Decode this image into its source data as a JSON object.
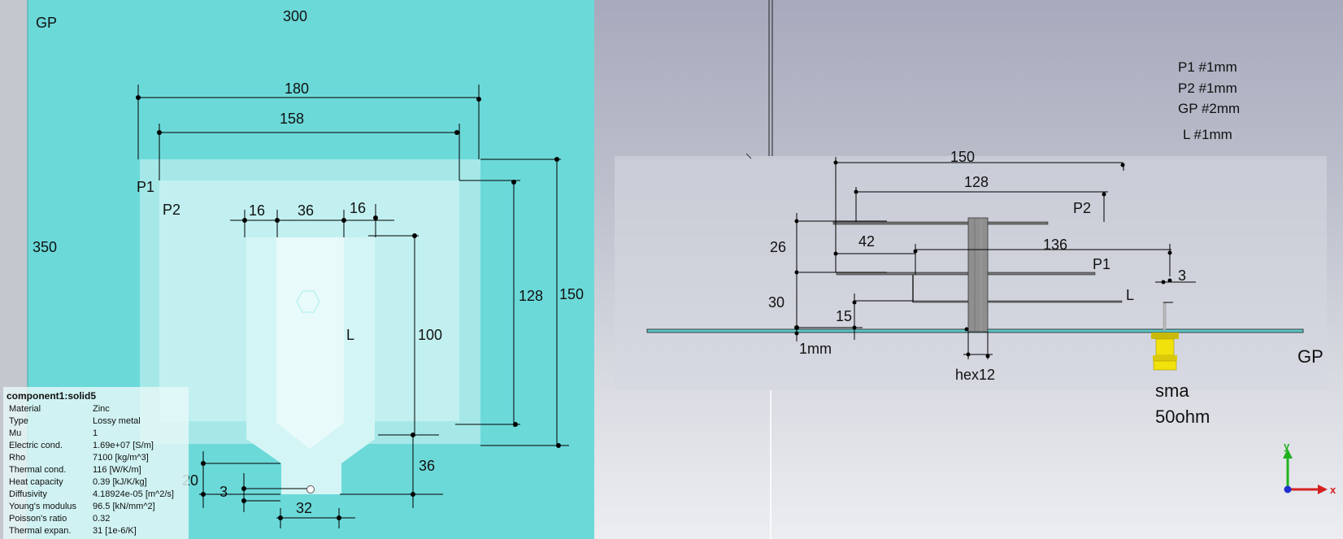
{
  "left_view": {
    "gp_label": "GP",
    "width_label": "300",
    "height_label": "350",
    "p1_label": "P1",
    "p2_label": "P2",
    "l_label": "L",
    "dims": {
      "d180": "180",
      "d158": "158",
      "d16a": "16",
      "d36": "36",
      "d16b": "16",
      "d128": "128",
      "d150": "150",
      "d100": "100",
      "d36v": "36",
      "d20": "20",
      "d3": "3",
      "d32": "32"
    }
  },
  "properties": {
    "title": "component1:solid5",
    "rows": [
      {
        "key": "Material",
        "value": "Zinc"
      },
      {
        "key": "Type",
        "value": "Lossy metal"
      },
      {
        "key": "Mu",
        "value": "1"
      },
      {
        "key": "Electric cond.",
        "value": "1.69e+07 [S/m]"
      },
      {
        "key": "Rho",
        "value": "7100 [kg/m^3]"
      },
      {
        "key": "Thermal cond.",
        "value": "116 [W/K/m]"
      },
      {
        "key": "Heat capacity",
        "value": "0.39 [kJ/K/kg]"
      },
      {
        "key": "Diffusivity",
        "value": "4.18924e-05 [m^2/s]"
      },
      {
        "key": "Young's modulus",
        "value": "96.5 [kN/mm^2]"
      },
      {
        "key": "Poisson's ratio",
        "value": "0.32"
      },
      {
        "key": "Thermal expan.",
        "value": "31 [1e-6/K]"
      }
    ]
  },
  "right_view": {
    "notes": [
      "P1 #1mm",
      "P2 #1mm",
      "GP #2mm",
      "L  #1mm"
    ],
    "p1_label": "P1",
    "p2_label": "P2",
    "l_label": "L",
    "gp_label": "GP",
    "hex_label": "hex12",
    "sma_label": "sma",
    "ohm_label": "50ohm",
    "dims": {
      "d150": "150",
      "d128": "128",
      "d26": "26",
      "d42": "42",
      "d136": "136",
      "d3": "3",
      "d30": "30",
      "d15": "15",
      "d1mm": "1mm"
    },
    "axes": {
      "x": "x",
      "y": "y"
    },
    "colors": {
      "sma": "#f2e20c",
      "axis_x": "#d42020",
      "axis_y": "#1fb21f",
      "axis_z": "#2030d0"
    }
  },
  "colors": {
    "ground_plane": "#6cd9d9",
    "patch_p1": "#a6e8e8",
    "patch_p2": "#c2f0f0",
    "strip_l": "#d4f5f5"
  }
}
